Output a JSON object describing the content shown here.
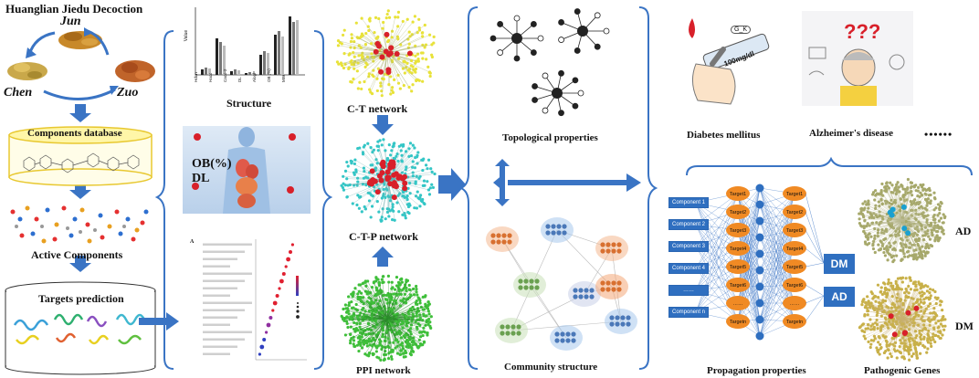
{
  "title": "Huanglian Jiedu Decoction",
  "herbs": {
    "jun": "Jun",
    "chen": "Chen",
    "zuo": "Zuo"
  },
  "left": {
    "components_database": "Components database",
    "active_components": "Active Components",
    "targets_prediction": "Targets prediction"
  },
  "middle": {
    "structure": "Structure",
    "ob_dl_line1": "OB(%)",
    "ob_dl_line2": "DL",
    "panel_letter": "A",
    "chart_ylabel": "Value",
    "chart_xticks": [
      "Hdon",
      "Hacc",
      "Caco-2",
      "DL",
      "AlogP",
      "OB (%)",
      "MW"
    ]
  },
  "networks": {
    "ct": "C-T network",
    "ctp": "C-T-P network",
    "ppi": "PPI network"
  },
  "right": {
    "topological": "Topological properties",
    "community": "Community structure",
    "diabetes": "Diabetes mellitus",
    "alzheimers": "Alzheimer's disease",
    "ellipsis": "••••••",
    "propagation": "Propagation properties",
    "pathogenic": "Pathogenic Genes",
    "dm": "DM",
    "ad": "AD",
    "ad_side": "AD",
    "dm_side": "DM",
    "meter": "100mg/dl",
    "drop": "G_K",
    "components": [
      "Component 1",
      "Component 2",
      "Component 3",
      "Component 4",
      "……",
      "Component n"
    ],
    "targets": [
      "Target1",
      "Target2",
      "Target3",
      "Target4",
      "Target5",
      "Target6",
      "……",
      "Targetn"
    ]
  },
  "colors": {
    "accent_blue": "#3a74c4",
    "network_yellow": "#e8e23a",
    "network_cyan": "#34c6c6",
    "network_green": "#3fbf3a",
    "node_orange": "#f08a24",
    "node_red": "#d8202a"
  }
}
